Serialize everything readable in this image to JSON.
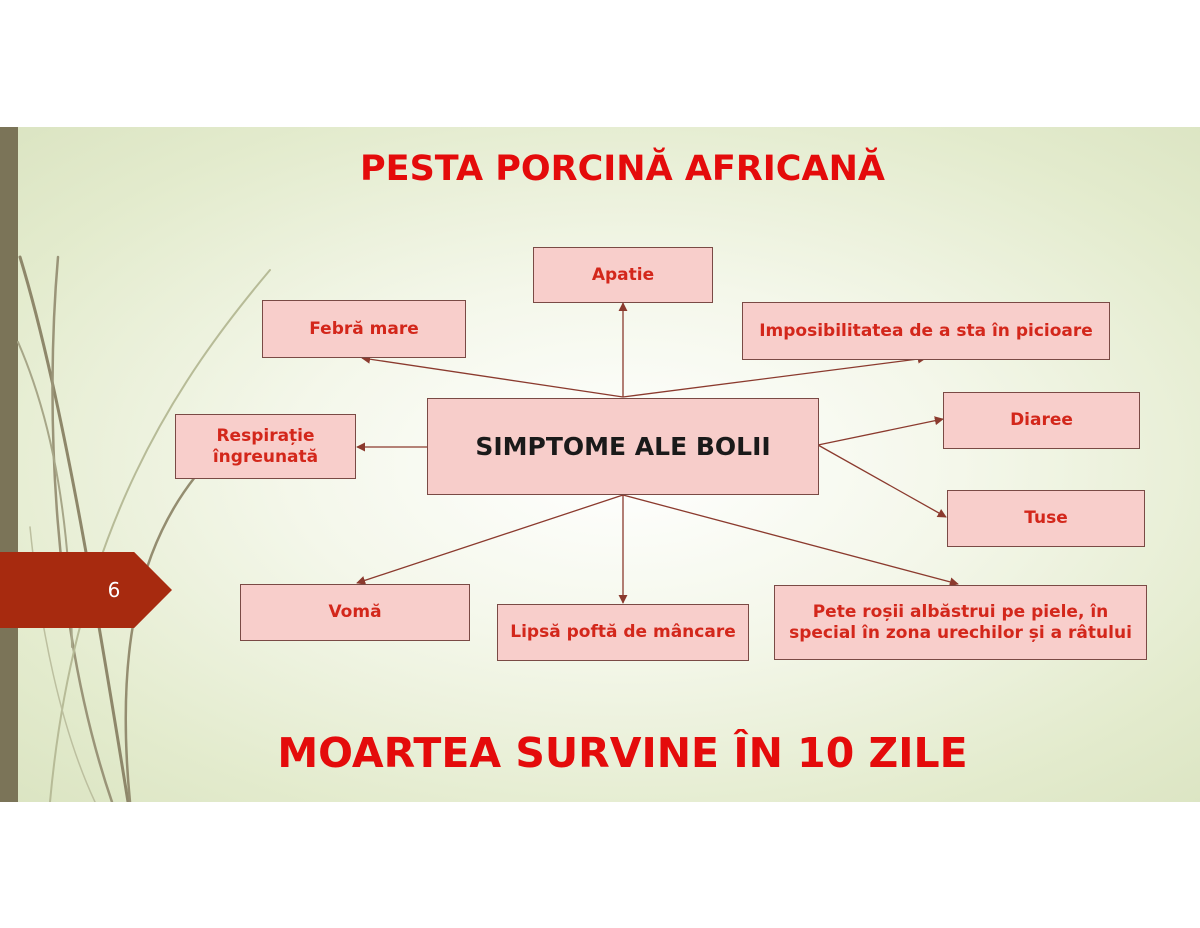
{
  "slide": {
    "title": "PESTA PORCINĂ AFRICANĂ",
    "page_number": "6",
    "footer": "MOARTEA SURVINE ÎN 10 ZILE"
  },
  "diagram": {
    "center": "SIMPTOME ALE BOLII",
    "symptoms": {
      "apatie": "Apatie",
      "febra": "Febră mare",
      "imposibilitate": "Imposibilitatea de a sta în picioare",
      "respiratie_line1": "Respirație",
      "respiratie_line2": "îngreunată",
      "diaree": "Diaree",
      "tuse": "Tuse",
      "voma": "Vomă",
      "lipsa": "Lipsă poftă de mâncare",
      "pete_line1": "Pete roșii albăstrui pe piele, în",
      "pete_line2": "special în zona urechilor și a râtului"
    }
  },
  "colors": {
    "title_red": "#e40b0b",
    "node_fill": "#f8cecb",
    "node_text": "#d3271b",
    "arrow": "#8b3a2e",
    "badge": "#a72a0f",
    "side_bar": "#7b7458"
  }
}
